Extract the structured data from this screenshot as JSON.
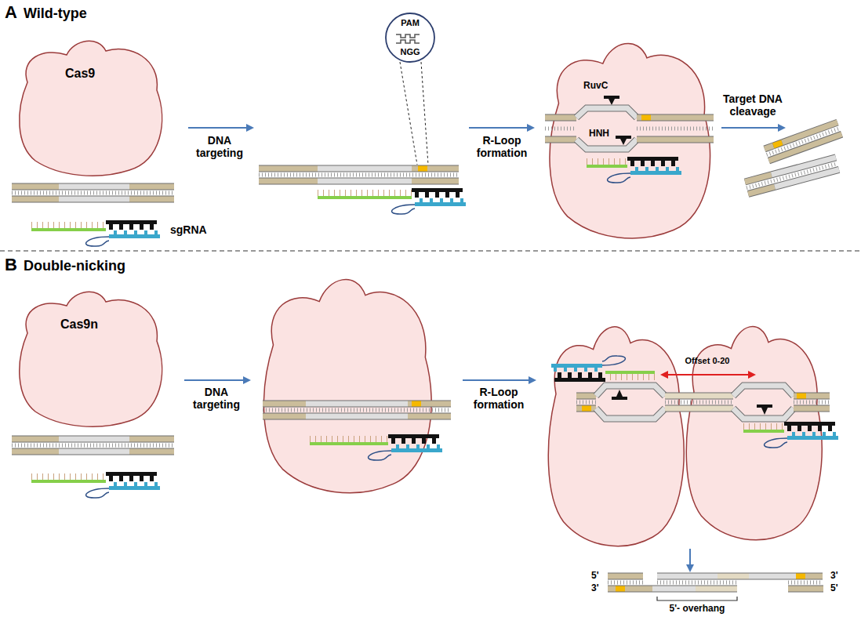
{
  "diagram": {
    "nodes": [
      {
        "text": [
          "Cas9"
        ]
      },
      {
        "text": [
          "PAM",
          "NGG"
        ]
      },
      {
        "text": [
          "Cas9n"
        ]
      }
    ],
    "labels": [
      "A",
      "Wild-type",
      "DNA targeting",
      "sgRNA",
      "R-Loop formation",
      "RuvC",
      "HNH",
      "Target DNA cleavage",
      "B",
      "Double-nicking",
      "DNA targeting",
      "R-Loop formation",
      "Offset 0-20",
      "5'",
      "3'",
      "3'",
      "5'",
      "5'- overhang"
    ]
  }
}
